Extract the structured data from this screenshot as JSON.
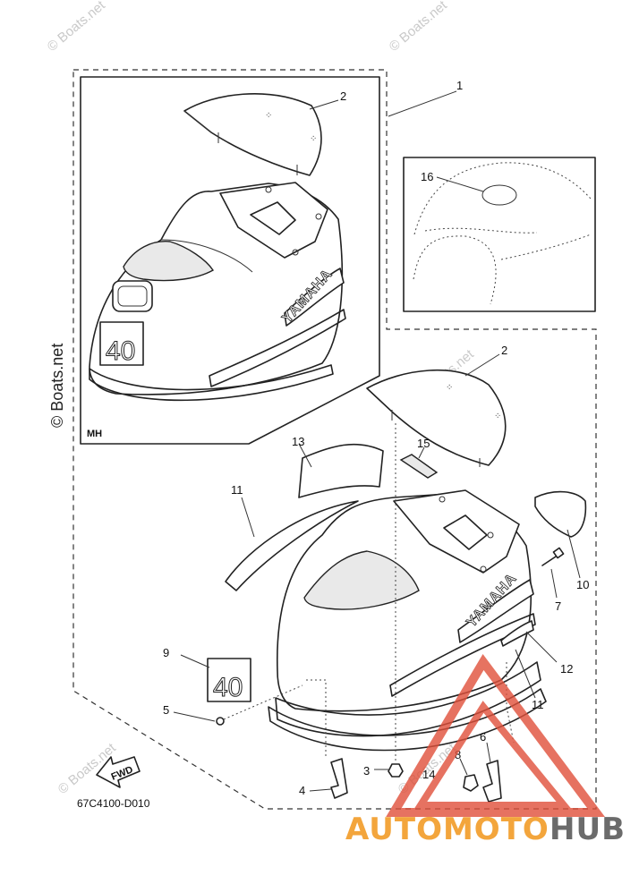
{
  "diagram_code": "67C4100-D010",
  "variant_label": "MH",
  "watermark": "© Boats.net",
  "brand_text": "YAMAHA",
  "decal_small_text": "YAMAHA",
  "fwd_label": "FWD",
  "logo": {
    "part1": "AUTOMOTO",
    "part2": "HUB"
  },
  "callouts": [
    "1",
    "2",
    "2",
    "3",
    "4",
    "5",
    "6",
    "7",
    "8",
    "9",
    "10",
    "11",
    "11",
    "12",
    "13",
    "14",
    "15",
    "16"
  ],
  "colors": {
    "logo_orange": "#f3a53c",
    "logo_gray": "#6b6b6b",
    "triangle_red": "#e0503a"
  }
}
